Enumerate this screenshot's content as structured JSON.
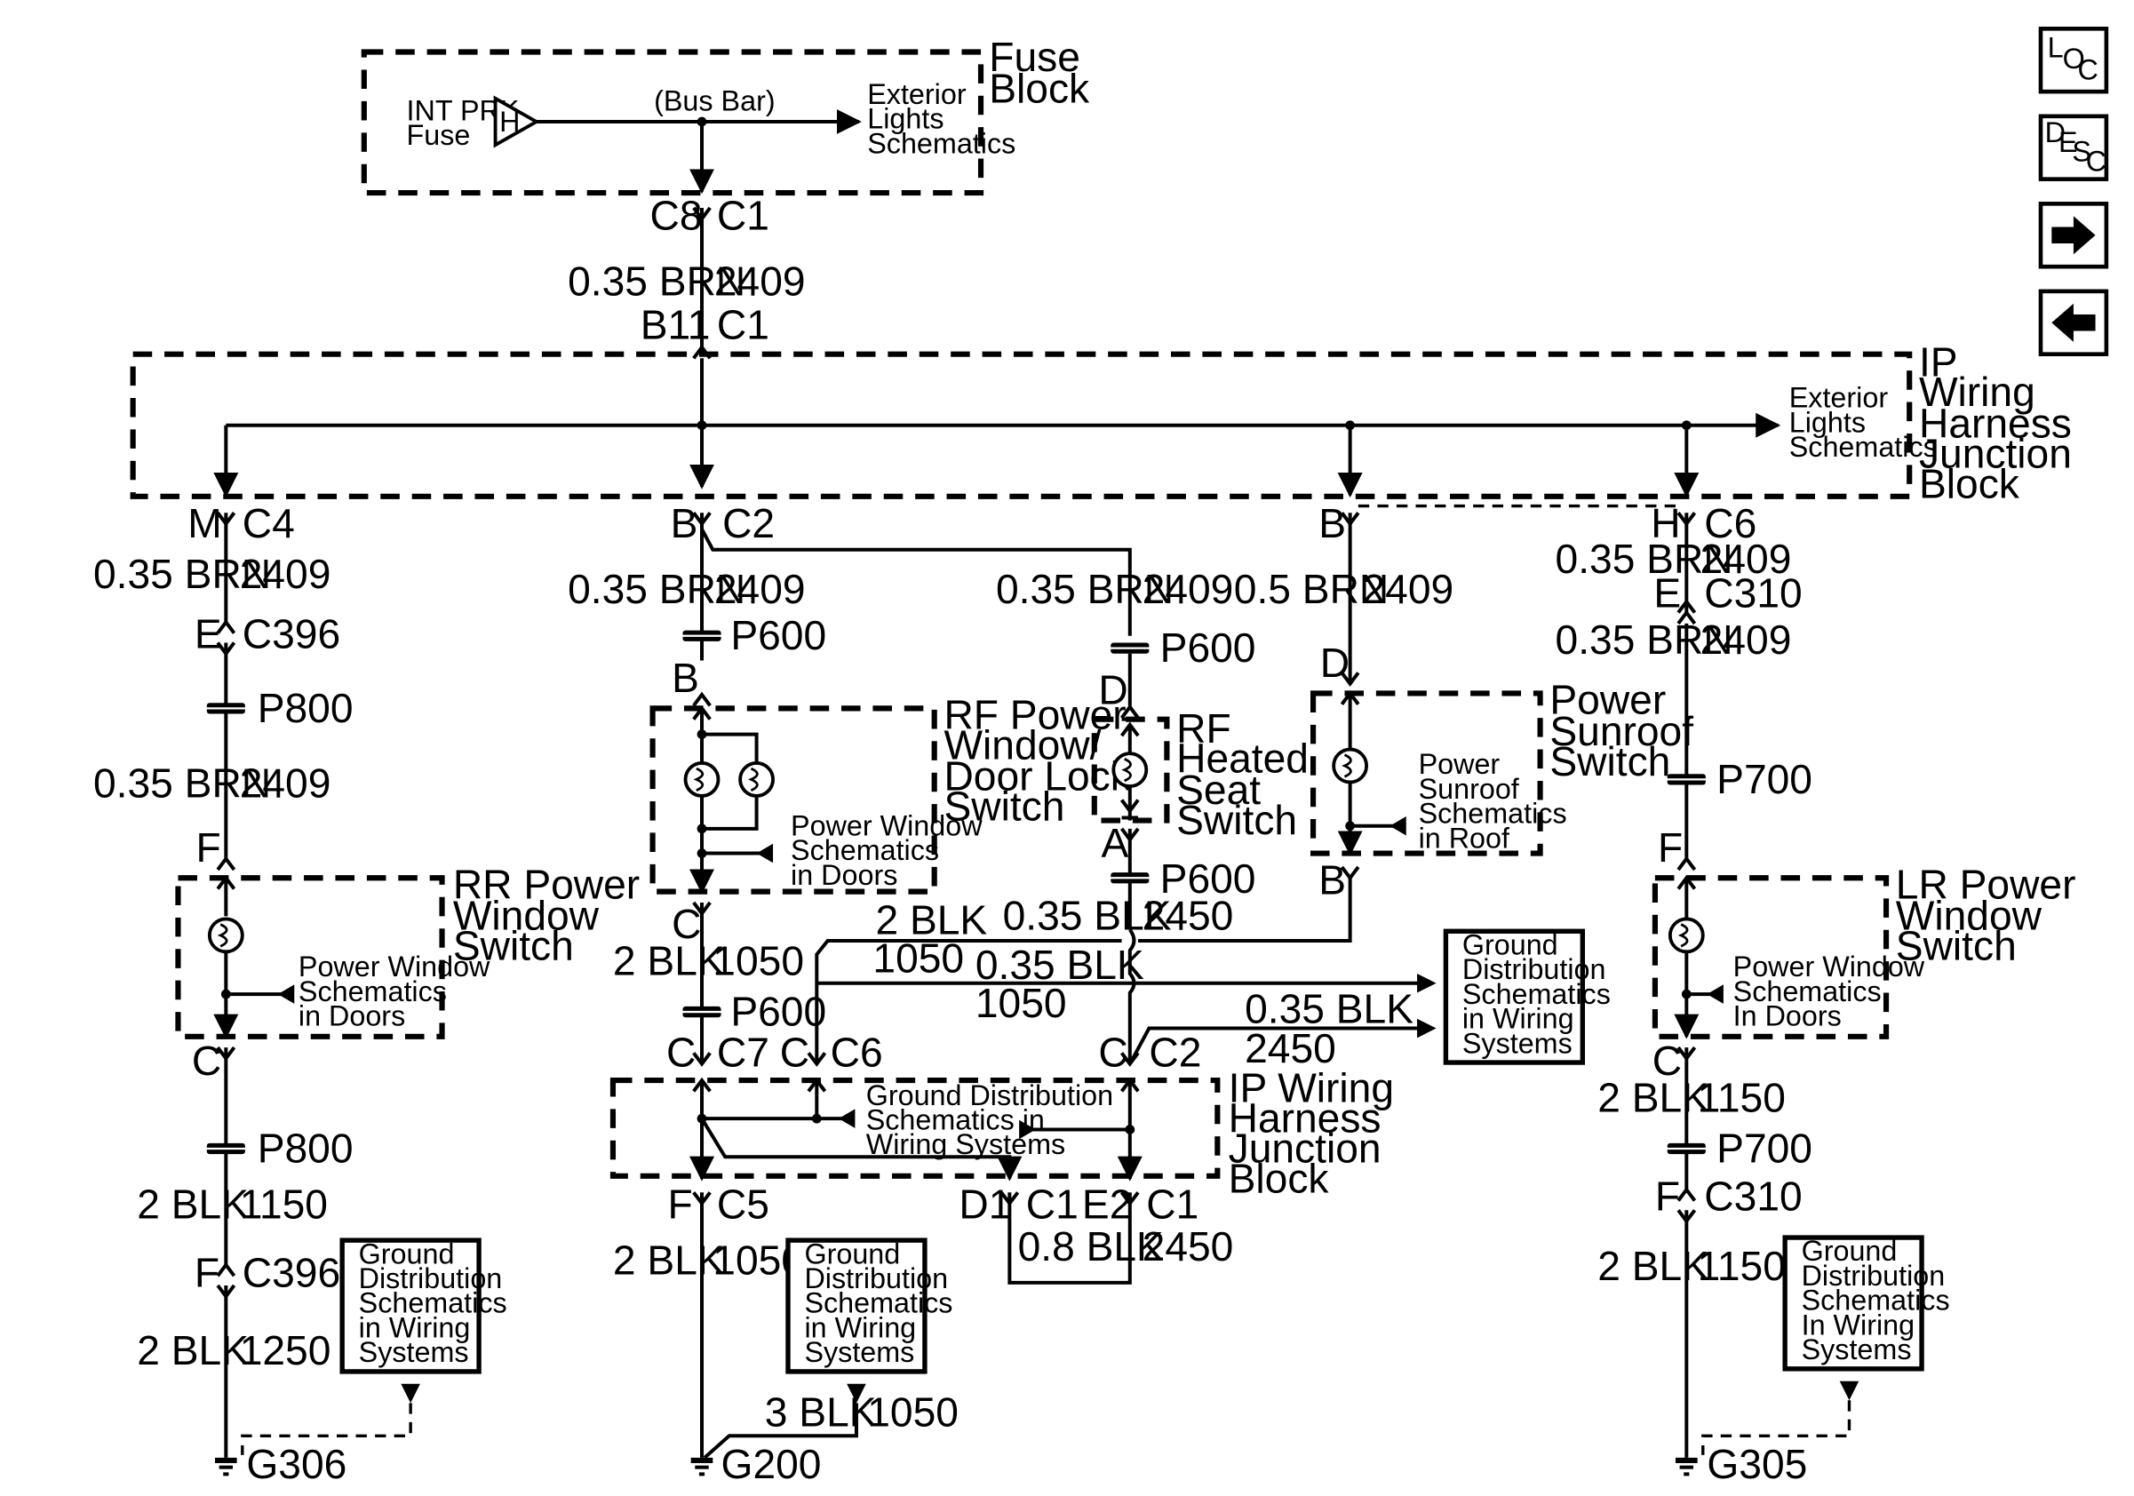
{
  "nav": {
    "loc": [
      "L",
      "O",
      "C"
    ],
    "desc": [
      "D",
      "E",
      "S",
      "C"
    ],
    "next_icon": "arrow-right-icon",
    "prev_icon": "arrow-left-icon"
  },
  "fuse_block": {
    "title_lines": [
      "Fuse",
      "Block"
    ],
    "fuse_lines": [
      "INT PRK",
      "Fuse"
    ],
    "fuse_letter": "H",
    "bus_bar": "(Bus Bar)",
    "ext_lights": [
      "Exterior",
      "Lights",
      "Schematics"
    ]
  },
  "top_feed": {
    "c8": "C8",
    "c1a": "C1",
    "wire_size": "0.35 BRN",
    "circuit": "2409",
    "b11": "B11",
    "c1b": "C1"
  },
  "ip_block_top": {
    "title_lines": [
      "IP",
      "Wiring",
      "Harness",
      "Junction",
      "Block"
    ],
    "ext_lights": [
      "Exterior",
      "Lights",
      "Schematics"
    ]
  },
  "branch_rr": {
    "pin_m": "M",
    "conn_c4": "C4",
    "wire1": "0.35 BRN",
    "circ1": "2409",
    "pin_e": "E",
    "conn_c396a": "C396",
    "p800a": "P800",
    "wire2": "0.35 BRN",
    "circ2": "2409",
    "pin_f": "F",
    "switch_lines": [
      "RR Power",
      "Window",
      "Switch"
    ],
    "schem_lines": [
      "Power Window",
      "Schematics",
      "in Doors"
    ],
    "pin_c": "C",
    "p800b": "P800",
    "wire3": "2 BLK",
    "circ3": "1150",
    "pin_f2": "F",
    "conn_c396b": "C396",
    "wire4": "2 BLK",
    "circ4": "1250",
    "ground": "G306",
    "gd_lines": [
      "Ground",
      "Distribution",
      "Schematics",
      "in Wiring",
      "Systems"
    ]
  },
  "branch_rf": {
    "pin_b": "B",
    "conn_c2": "C2",
    "wire1": "0.35 BRN",
    "circ1": "2409",
    "p600a": "P600",
    "pin_b2": "B",
    "switch_lines": [
      "RF Power",
      "Window/",
      "Door Lock",
      "Switch"
    ],
    "schem_lines": [
      "Power Window",
      "Schematics",
      "in Doors"
    ],
    "pin_c": "C",
    "wire2": "2 BLK",
    "circ2": "1050",
    "p600b": "P600",
    "pin_c2": "C",
    "conn_c7": "C7",
    "pin_c3": "C",
    "conn_c6": "C6",
    "pin_f": "F",
    "conn_c5": "C5",
    "wire3": "2 BLK",
    "circ3": "1050",
    "wire4": "3 BLK",
    "circ4": "1050",
    "ground": "G200",
    "gd_lines": [
      "Ground",
      "Distribution",
      "Schematics",
      "in Wiring",
      "Systems"
    ]
  },
  "branch_seat": {
    "wire1": "0.35 BRN",
    "circ1": "2409",
    "p600a": "P600",
    "pin_d": "D",
    "switch_lines": [
      "RF",
      "Heated",
      "Seat",
      "Switch"
    ],
    "pin_a": "A",
    "p600b": "P600",
    "wire2": "0.35 BLK",
    "circ2": "2450",
    "pin_c": "C",
    "conn_c2": "C2",
    "pin_d1": "D1",
    "conn_c1a": "C1",
    "pin_e2": "E2",
    "conn_c1b": "C1",
    "wire3": "0.8 BLK",
    "circ3": "2450"
  },
  "crossing_wires": {
    "w1_size": "2 BLK",
    "w1_circ": "1050",
    "w2_size": "0.35 BLK",
    "w2_circ": "1050",
    "w3_size": "0.35 BLK",
    "w3_circ": "2450",
    "gd_lines": [
      "Ground",
      "Distribution",
      "Schematics",
      "in Wiring",
      "Systems"
    ]
  },
  "ip_block_bottom": {
    "title_lines": [
      "IP Wiring",
      "Harness",
      "Junction",
      "Block"
    ],
    "gd_lines": [
      "Ground Distribution",
      "Schematics in",
      "Wiring Systems"
    ]
  },
  "branch_sunroof": {
    "pin_b": "B",
    "wire1": "0.5 BRN",
    "circ1": "2409",
    "pin_d": "D",
    "switch_lines": [
      "Power",
      "Sunroof",
      "Switch"
    ],
    "schem_lines": [
      "Power",
      "Sunroof",
      "Schematics",
      "in Roof"
    ],
    "pin_b2": "B"
  },
  "branch_lr": {
    "pin_h": "H",
    "conn_c6": "C6",
    "wire1": "0.35 BRN",
    "circ1": "2409",
    "pin_e": "E",
    "conn_c310a": "C310",
    "wire2": "0.35 BRN",
    "circ2": "2409",
    "p700a": "P700",
    "pin_f": "F",
    "switch_lines": [
      "LR Power",
      "Window",
      "Switch"
    ],
    "schem_lines": [
      "Power Window",
      "Schematics",
      "In Doors"
    ],
    "pin_c": "C",
    "wire3": "2 BLK",
    "circ3": "1150",
    "p700b": "P700",
    "pin_f2": "F",
    "conn_c310b": "C310",
    "wire4": "2 BLK",
    "circ4": "1150",
    "ground": "G305",
    "gd_lines": [
      "Ground",
      "Distribution",
      "Schematics",
      "In Wiring",
      "Systems"
    ]
  }
}
